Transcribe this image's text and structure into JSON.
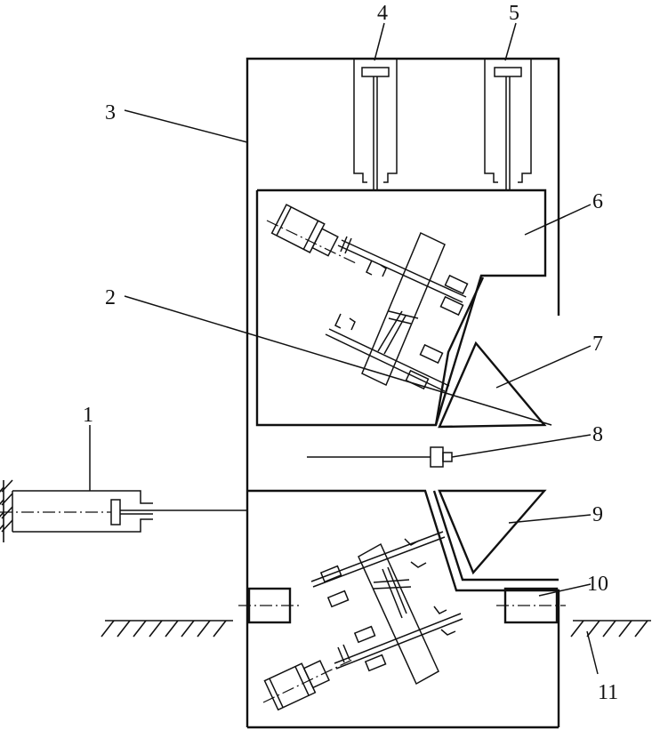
{
  "labels": {
    "l1": "1",
    "l2": "2",
    "l3": "3",
    "l4": "4",
    "l5": "5",
    "l6": "6",
    "l7": "7",
    "l8": "8",
    "l9": "9",
    "l10": "10",
    "l11": "11"
  },
  "colors": {
    "ink": "#111111",
    "background": "#ffffff"
  }
}
